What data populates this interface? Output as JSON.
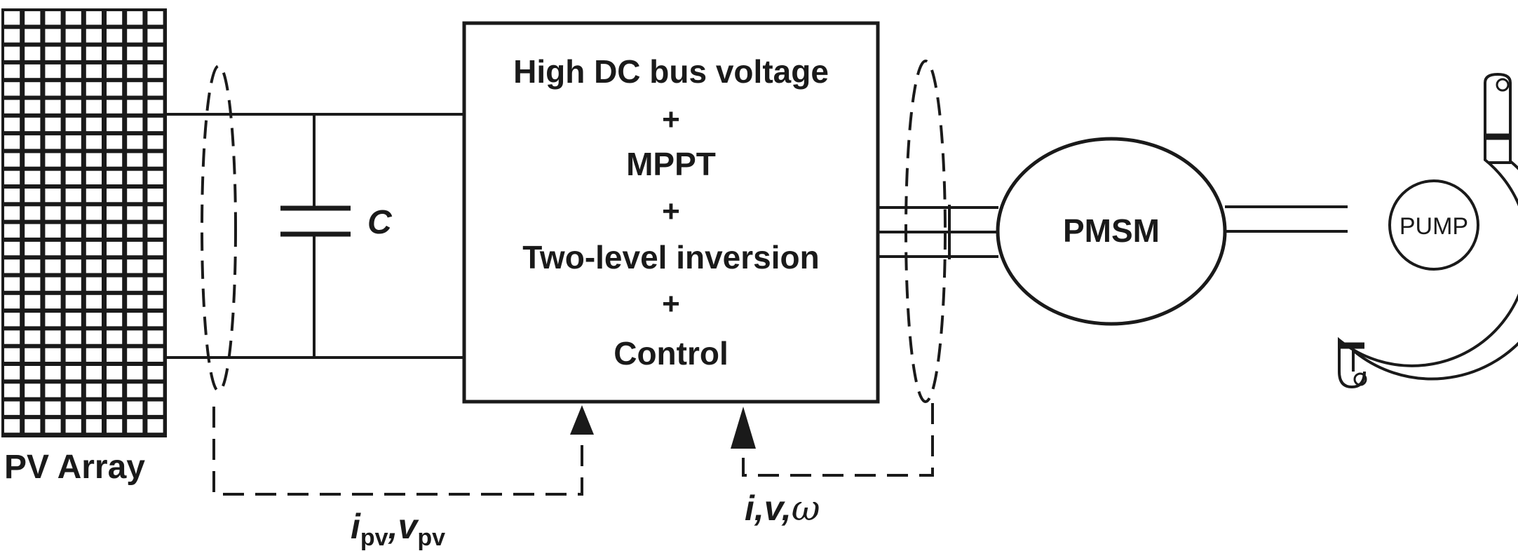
{
  "pv_array": {
    "label": "PV Array"
  },
  "capacitor": {
    "label": "C"
  },
  "converter": {
    "lines": [
      "High DC bus voltage",
      "+",
      "MPPT",
      "+",
      "Two-level inversion",
      "+",
      "Control"
    ]
  },
  "motor": {
    "label": "PMSM"
  },
  "pump": {
    "label": "PUMP"
  },
  "feedback_pv": {
    "i": "i",
    "i_sub": "pv",
    "sep": ",",
    "v": "v",
    "v_sub": "pv"
  },
  "feedback_motor": {
    "text": "i,v,",
    "omega": "ω"
  }
}
